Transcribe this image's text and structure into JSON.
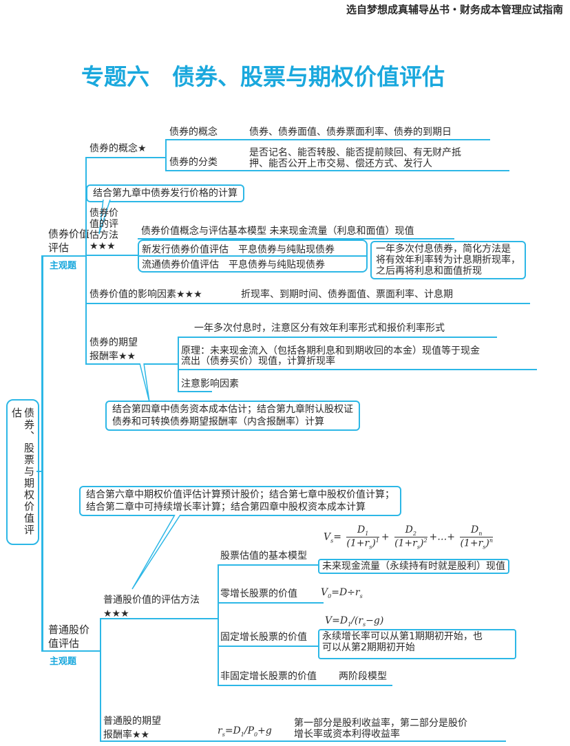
{
  "header": {
    "series": "选自梦想成真辅导丛书・财务成本管理应试指南"
  },
  "title": "专题六　债券、股票与期权价值评估",
  "colors": {
    "accent": "#2cb7e6",
    "title": "#1aa8dd"
  },
  "root": {
    "label": "债券、股票与期权价值评估"
  },
  "bond": {
    "label": "债券价值评估",
    "tag": "主观题",
    "concept": {
      "label": "债券的概念★",
      "items": [
        {
          "label": "债券的概念",
          "value": "债券、债券面值、债券票面利率、债券的到期日"
        },
        {
          "label": "债券的分类",
          "value_l1": "是否记名、能否转股、能否提前赎回、有无财产抵",
          "value_l2": "押、能否公开上市交易、偿还方式、发行人"
        }
      ]
    },
    "callout_issue": "结合第九章中债券发行价格的计算",
    "method": {
      "label_l1": "债券价",
      "label_l2": "值的评",
      "label_l3": "估方法",
      "stars": "★★★",
      "basic_model": "债券价值概念与评估基本模型 未来现金流量（利息和面值）现值",
      "rows": [
        {
          "label": "新发行债券价值评估",
          "value": "平息债券与纯贴现债券"
        },
        {
          "label": "流通债券价值评估",
          "value": "平息债券与纯贴现债券"
        }
      ],
      "note_l1": "一年多次付息债券，简化方法是",
      "note_l2": "将有效年利率转为计息期折现率，",
      "note_l3": "之后再将利息和面值折现"
    },
    "factors": {
      "label": "债券价值的影响因素★★★",
      "value": "折现率、到期时间、债券面值、票面利率、计息期"
    },
    "return": {
      "label_l1": "债券的期望",
      "label_l2": "报酬率★★",
      "item1": "一年多次付息时，注意区分有效年利率形式和报价利率形式",
      "item2_l1": "原理：未来现金流入（包括各期利息和到期收回的本金）现值等于现金",
      "item2_l2": "流出（债券买价）现值，计算折现率",
      "item3": "注意影响因素"
    },
    "callout_return_l1": "结合第四章中债务资本成本估计；结合第九章附认股权证",
    "callout_return_l2": "债券和可转换债券期望报酬率（内含报酬率）计算"
  },
  "stock": {
    "label_l1": "普通股价",
    "label_l2": "值评估",
    "tag": "主观题",
    "callout_l1": "结合第六章中期权价值评估计算预计股价；结合第七章中股权价值计算；",
    "callout_l2": "结合第二章中可持续增长率计算；结合第四章中股权资本成本计算",
    "method": {
      "label": "普通股价值的评估方法",
      "stars": "★★★",
      "basic": {
        "label": "股票估值的基本模型",
        "note": "未来现金流量（永续持有时就是股利）现值",
        "formula": {
          "lhs": "V",
          "lhs_sub": "s",
          "eq": "=",
          "n1": "D",
          "n1s": "1",
          "d1": "(1+r",
          "ds": "s",
          "d1e": ")",
          "p1": "1",
          "plus": "+",
          "n2": "D",
          "n2s": "2",
          "p2": "2",
          "dots": "+…+",
          "nn": "D",
          "nns": "n",
          "pn": "n"
        }
      },
      "zero": {
        "label": "零增长股票的价值",
        "f_v": "V",
        "f_vs": "0",
        "f_mid": "=D÷r",
        "f_rs": "s"
      },
      "constant": {
        "label": "固定增长股票的价值",
        "f_a": "V=D",
        "f_as": "1",
        "f_b": "/(r",
        "f_bs": "s",
        "f_c": "−g)",
        "note_l1": "永续增长率可以从第1期期初开始，也",
        "note_l2": "可以从第2期期初开始"
      },
      "nonconstant": {
        "label": "非固定增长股票的价值",
        "value": "两阶段模型"
      }
    },
    "return": {
      "label_l1": "普通股的期望",
      "label_l2": "报酬率★★",
      "f_r": "r",
      "f_rs": "s",
      "f_a": "=D",
      "f_as": "1",
      "f_b": "/P",
      "f_bs": "0",
      "f_c": "+g",
      "note_l1": "第一部分是股利收益率，第二部分是股价",
      "note_l2": "增长率或资本利得收益率"
    }
  }
}
